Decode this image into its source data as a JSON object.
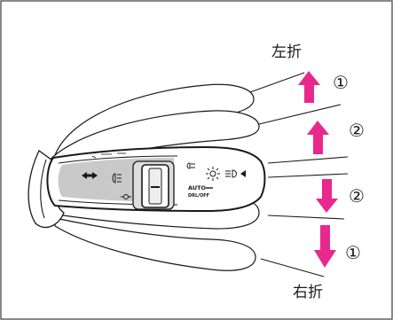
{
  "labels": {
    "left_turn": "左折",
    "right_turn": "右折",
    "step_1_top": "①",
    "step_2_top": "②",
    "step_2_bottom": "②",
    "step_1_bottom": "①"
  },
  "switch_text": {
    "auto": "AUTO",
    "off": "DRL/OFF"
  },
  "colors": {
    "arrow": "#e8288c",
    "outline": "#1a1a1a",
    "lever_shade": "#c9c9c9"
  },
  "icons": [
    "turn-signal-arrows-icon",
    "fog-light-icon",
    "headlight-icon",
    "parking-light-icon",
    "high-beam-icon"
  ]
}
